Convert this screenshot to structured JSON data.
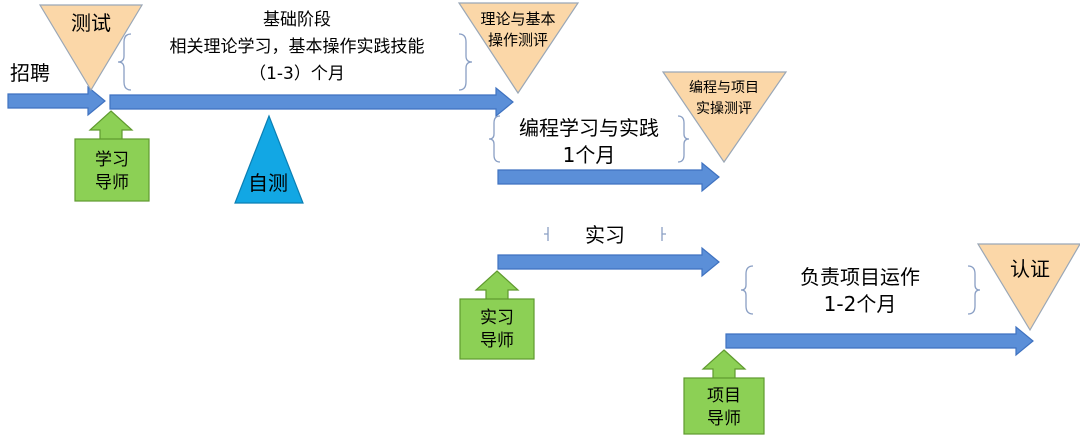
{
  "colors": {
    "arrow": "#5b8fd8",
    "arrow_edge": "#3f72c0",
    "beige": "#fbd7a8",
    "beige_edge": "#9aa7b6",
    "green": "#8cd055",
    "green_edge": "#5f9a2e",
    "cyan": "#12a7e4",
    "cyan_edge": "#0b7fb3"
  },
  "labels": {
    "recruit": "招聘",
    "test": "测试",
    "theory_eval_1": "理论与基本",
    "theory_eval_2": "操作测评",
    "basic_stage": "基础阶段",
    "basic_desc": "相关理论学习，基本操作实践技能",
    "basic_duration": "（1-3）个月",
    "mentor_study_1": "学习",
    "mentor_study_2": "导师",
    "self_test": "自测",
    "prog_eval_1": "编程与项目",
    "prog_eval_2": "实操测评",
    "prog_study": "编程学习与实践",
    "prog_duration": "1个月",
    "intern": "实习",
    "mentor_intern_1": "实习",
    "mentor_intern_2": "导师",
    "project_run": "负责项目运作",
    "project_duration": "1-2个月",
    "certify": "认证",
    "mentor_project_1": "项目",
    "mentor_project_2": "导师"
  }
}
